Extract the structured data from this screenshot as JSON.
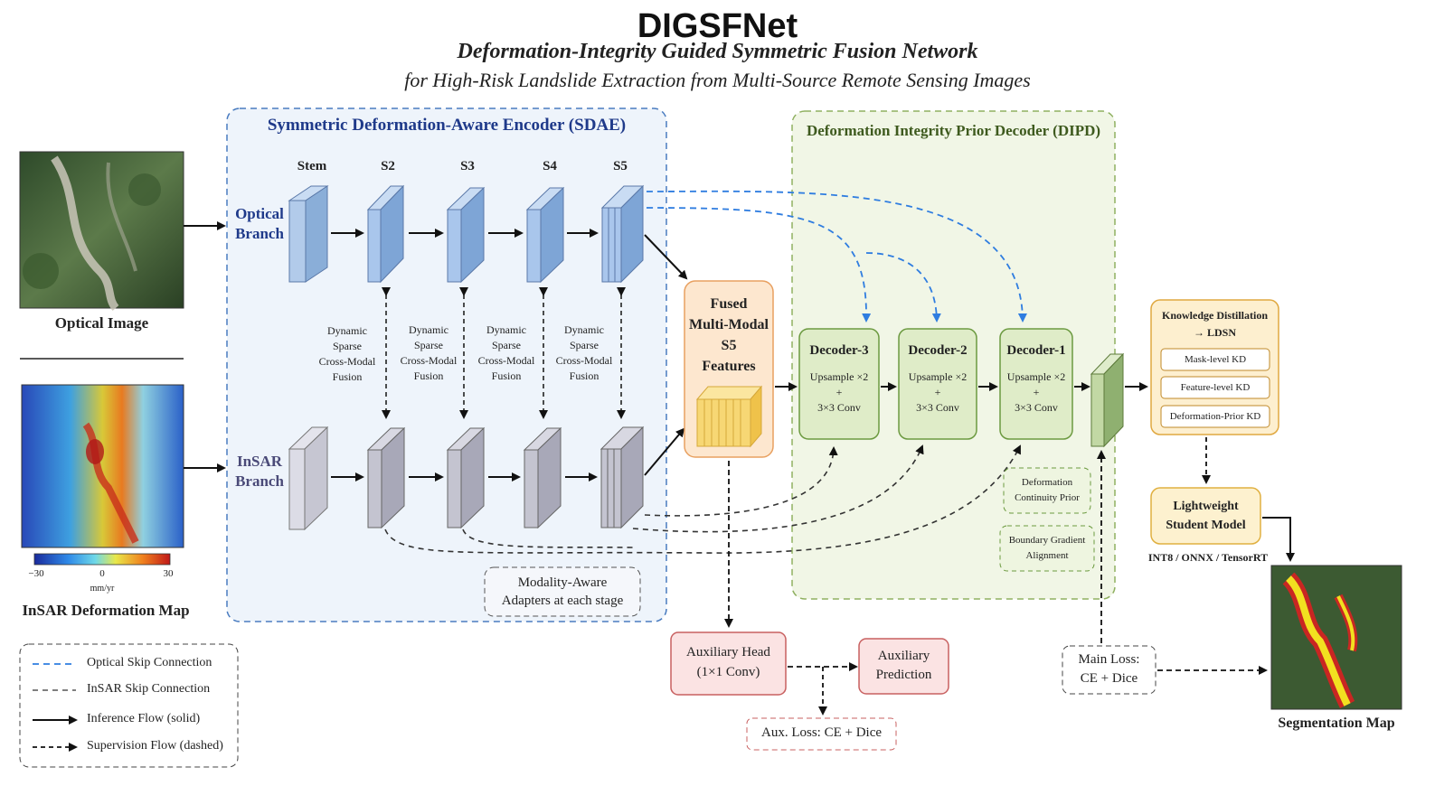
{
  "title": "DIGSFNet",
  "subtitle_line1": "Deformation-Integrity Guided Symmetric Fusion Network",
  "subtitle_line2": "for High-Risk Landslide Extraction from Multi-Source Remote Sensing Images",
  "inputs": {
    "optical_caption": "Optical Image",
    "insar_caption": "InSAR Deformation Map",
    "colorbar_ticks": [
      "−30",
      "0",
      "30"
    ],
    "colorbar_unit": "mm/yr"
  },
  "encoder": {
    "title": "Symmetric Deformation-Aware Encoder (SDAE)",
    "optical_branch": "Optical Branch",
    "insar_branch": "InSAR Branch",
    "stages": [
      "Stem",
      "S2",
      "S3",
      "S4",
      "S5"
    ],
    "fusion_label": [
      "Dynamic",
      "Sparse",
      "Cross-Modal",
      "Fusion"
    ],
    "adapters": [
      "Modality-Aware",
      "Adapters at each stage"
    ]
  },
  "fused": {
    "lines": [
      "Fused",
      "Multi-Modal",
      "S5",
      "Features"
    ]
  },
  "decoder": {
    "title": "Deformation Integrity Prior Decoder (DIPD)",
    "blocks": [
      {
        "name": "Decoder-3",
        "op1": "Upsample ×2",
        "op2": "+",
        "op3": "3×3 Conv"
      },
      {
        "name": "Decoder-2",
        "op1": "Upsample ×2",
        "op2": "+",
        "op3": "3×3 Conv"
      },
      {
        "name": "Decoder-1",
        "op1": "Upsample ×2",
        "op2": "+",
        "op3": "3×3 Conv"
      }
    ],
    "prior1": [
      "Deformation",
      "Continuity Prior"
    ],
    "prior2": [
      "Boundary Gradient",
      "Alignment"
    ]
  },
  "kd": {
    "title": [
      "Knowledge Distillation",
      "→ LDSN"
    ],
    "items": [
      "Mask-level KD",
      "Feature-level KD",
      "Deformation-Prior KD"
    ]
  },
  "student": {
    "lines": [
      "Lightweight",
      "Student Model"
    ],
    "deploy": "INT8 / ONNX / TensorRT"
  },
  "output_caption": "Segmentation Map",
  "aux": {
    "head": [
      "Auxiliary Head",
      "(1×1 Conv)"
    ],
    "pred": [
      "Auxiliary",
      "Prediction"
    ],
    "loss": "Aux. Loss: CE + Dice"
  },
  "main_loss": [
    "Main Loss:",
    "CE + Dice"
  ],
  "legend": [
    {
      "label": "Optical Skip Connection"
    },
    {
      "label": "InSAR Skip Connection"
    },
    {
      "label": "Inference Flow (solid)"
    },
    {
      "label": "Supervision Flow (dashed)"
    }
  ],
  "colors": {
    "encoder_bg": "#eef4fb",
    "encoder_border": "#4a7cc0",
    "decoder_bg": "#f1f6e6",
    "decoder_border": "#8fb060",
    "optical_skip": "#2f7de0",
    "fused_bg": "#fde7cf",
    "aux_bg": "#fbe3e3",
    "kd_bg": "#fdefcf"
  }
}
